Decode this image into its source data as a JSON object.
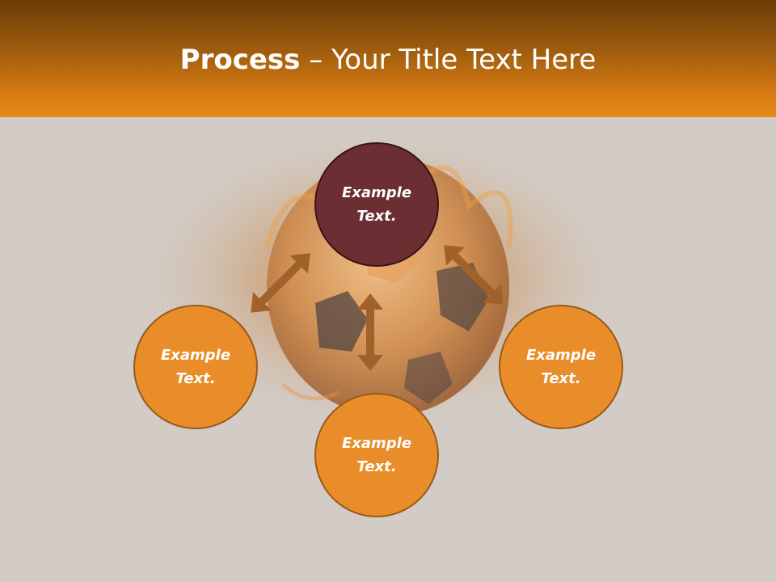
{
  "header": {
    "title_bold": "Process",
    "title_separator": " – ",
    "title_rest": "Your Title Text Here"
  },
  "diagram": {
    "nodes": [
      {
        "id": "top",
        "line1": "Example",
        "line2": "Text.",
        "color": "#6b2f33"
      },
      {
        "id": "left",
        "line1": "Example",
        "line2": "Text.",
        "color": "#e88d2a"
      },
      {
        "id": "right",
        "line1": "Example",
        "line2": "Text.",
        "color": "#e88d2a"
      },
      {
        "id": "bottom",
        "line1": "Example",
        "line2": "Text.",
        "color": "#e88d2a"
      }
    ],
    "arrow_color": "#a0622a",
    "background_image": "flaming-soccer-ball"
  }
}
